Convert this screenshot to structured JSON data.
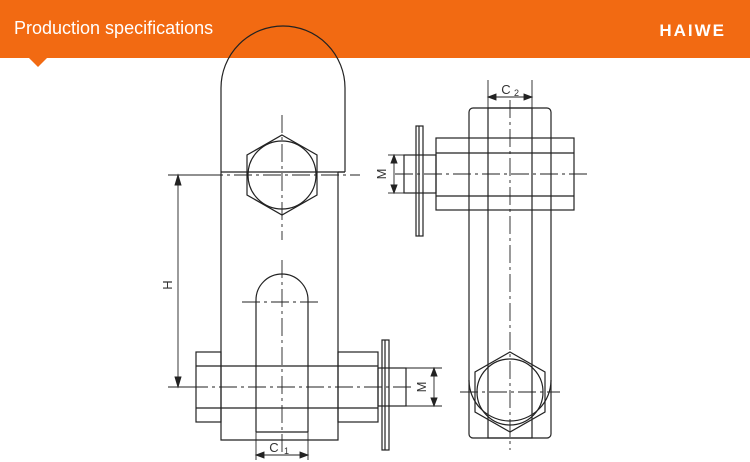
{
  "header": {
    "title": "Production specifications",
    "brand": "HAIWE"
  },
  "dimensions": {
    "h": "H",
    "m_left": "M",
    "m_right": "M",
    "c1": "C",
    "c1_sub": "1",
    "c2": "C",
    "c2_sub": "2"
  },
  "colors": {
    "header": "#f26a12",
    "line": "#222222"
  }
}
